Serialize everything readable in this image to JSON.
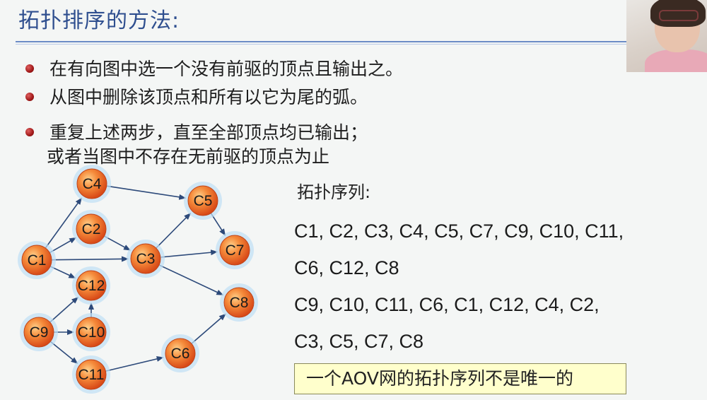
{
  "slide": {
    "title": "拓扑排序的方法:",
    "bullets": [
      "在有向图中选一个没有前驱的顶点且输出之。",
      "从图中删除该顶点和所有以它为尾的弧。",
      "重复上述两步，直至全部顶点均已输出；"
    ],
    "bullet3_continuation": "或者当图中不存在无前驱的顶点为止",
    "sequence_title": "拓扑序列:",
    "sequence1": [
      "C1, C2, C3, C4, C5, C7, C9, C10,  C11,",
      "C6, C12, C8"
    ],
    "sequence2": [
      "C9, C10, C11, C6, C1, C12, C4, C2,",
      "C3, C5, C7, C8"
    ],
    "note": "一个AOV网的拓扑序列不是唯一的"
  },
  "graph": {
    "nodes": [
      "C1",
      "C2",
      "C3",
      "C4",
      "C5",
      "C6",
      "C7",
      "C8",
      "C9",
      "C10",
      "C11",
      "C12"
    ],
    "edges": [
      [
        "C1",
        "C4"
      ],
      [
        "C1",
        "C2"
      ],
      [
        "C1",
        "C3"
      ],
      [
        "C1",
        "C12"
      ],
      [
        "C2",
        "C3"
      ],
      [
        "C4",
        "C5"
      ],
      [
        "C3",
        "C5"
      ],
      [
        "C3",
        "C7"
      ],
      [
        "C3",
        "C8"
      ],
      [
        "C5",
        "C7"
      ],
      [
        "C9",
        "C10"
      ],
      [
        "C9",
        "C12"
      ],
      [
        "C9",
        "C11"
      ],
      [
        "C10",
        "C12"
      ],
      [
        "C11",
        "C6"
      ],
      [
        "C6",
        "C8"
      ]
    ],
    "colors": {
      "node_fill": "#ee6b2a",
      "node_highlight": "#ffd08a",
      "halo": "#bfe0f5",
      "edge": "#2d4a7a"
    }
  },
  "webcam": {
    "present": true
  }
}
